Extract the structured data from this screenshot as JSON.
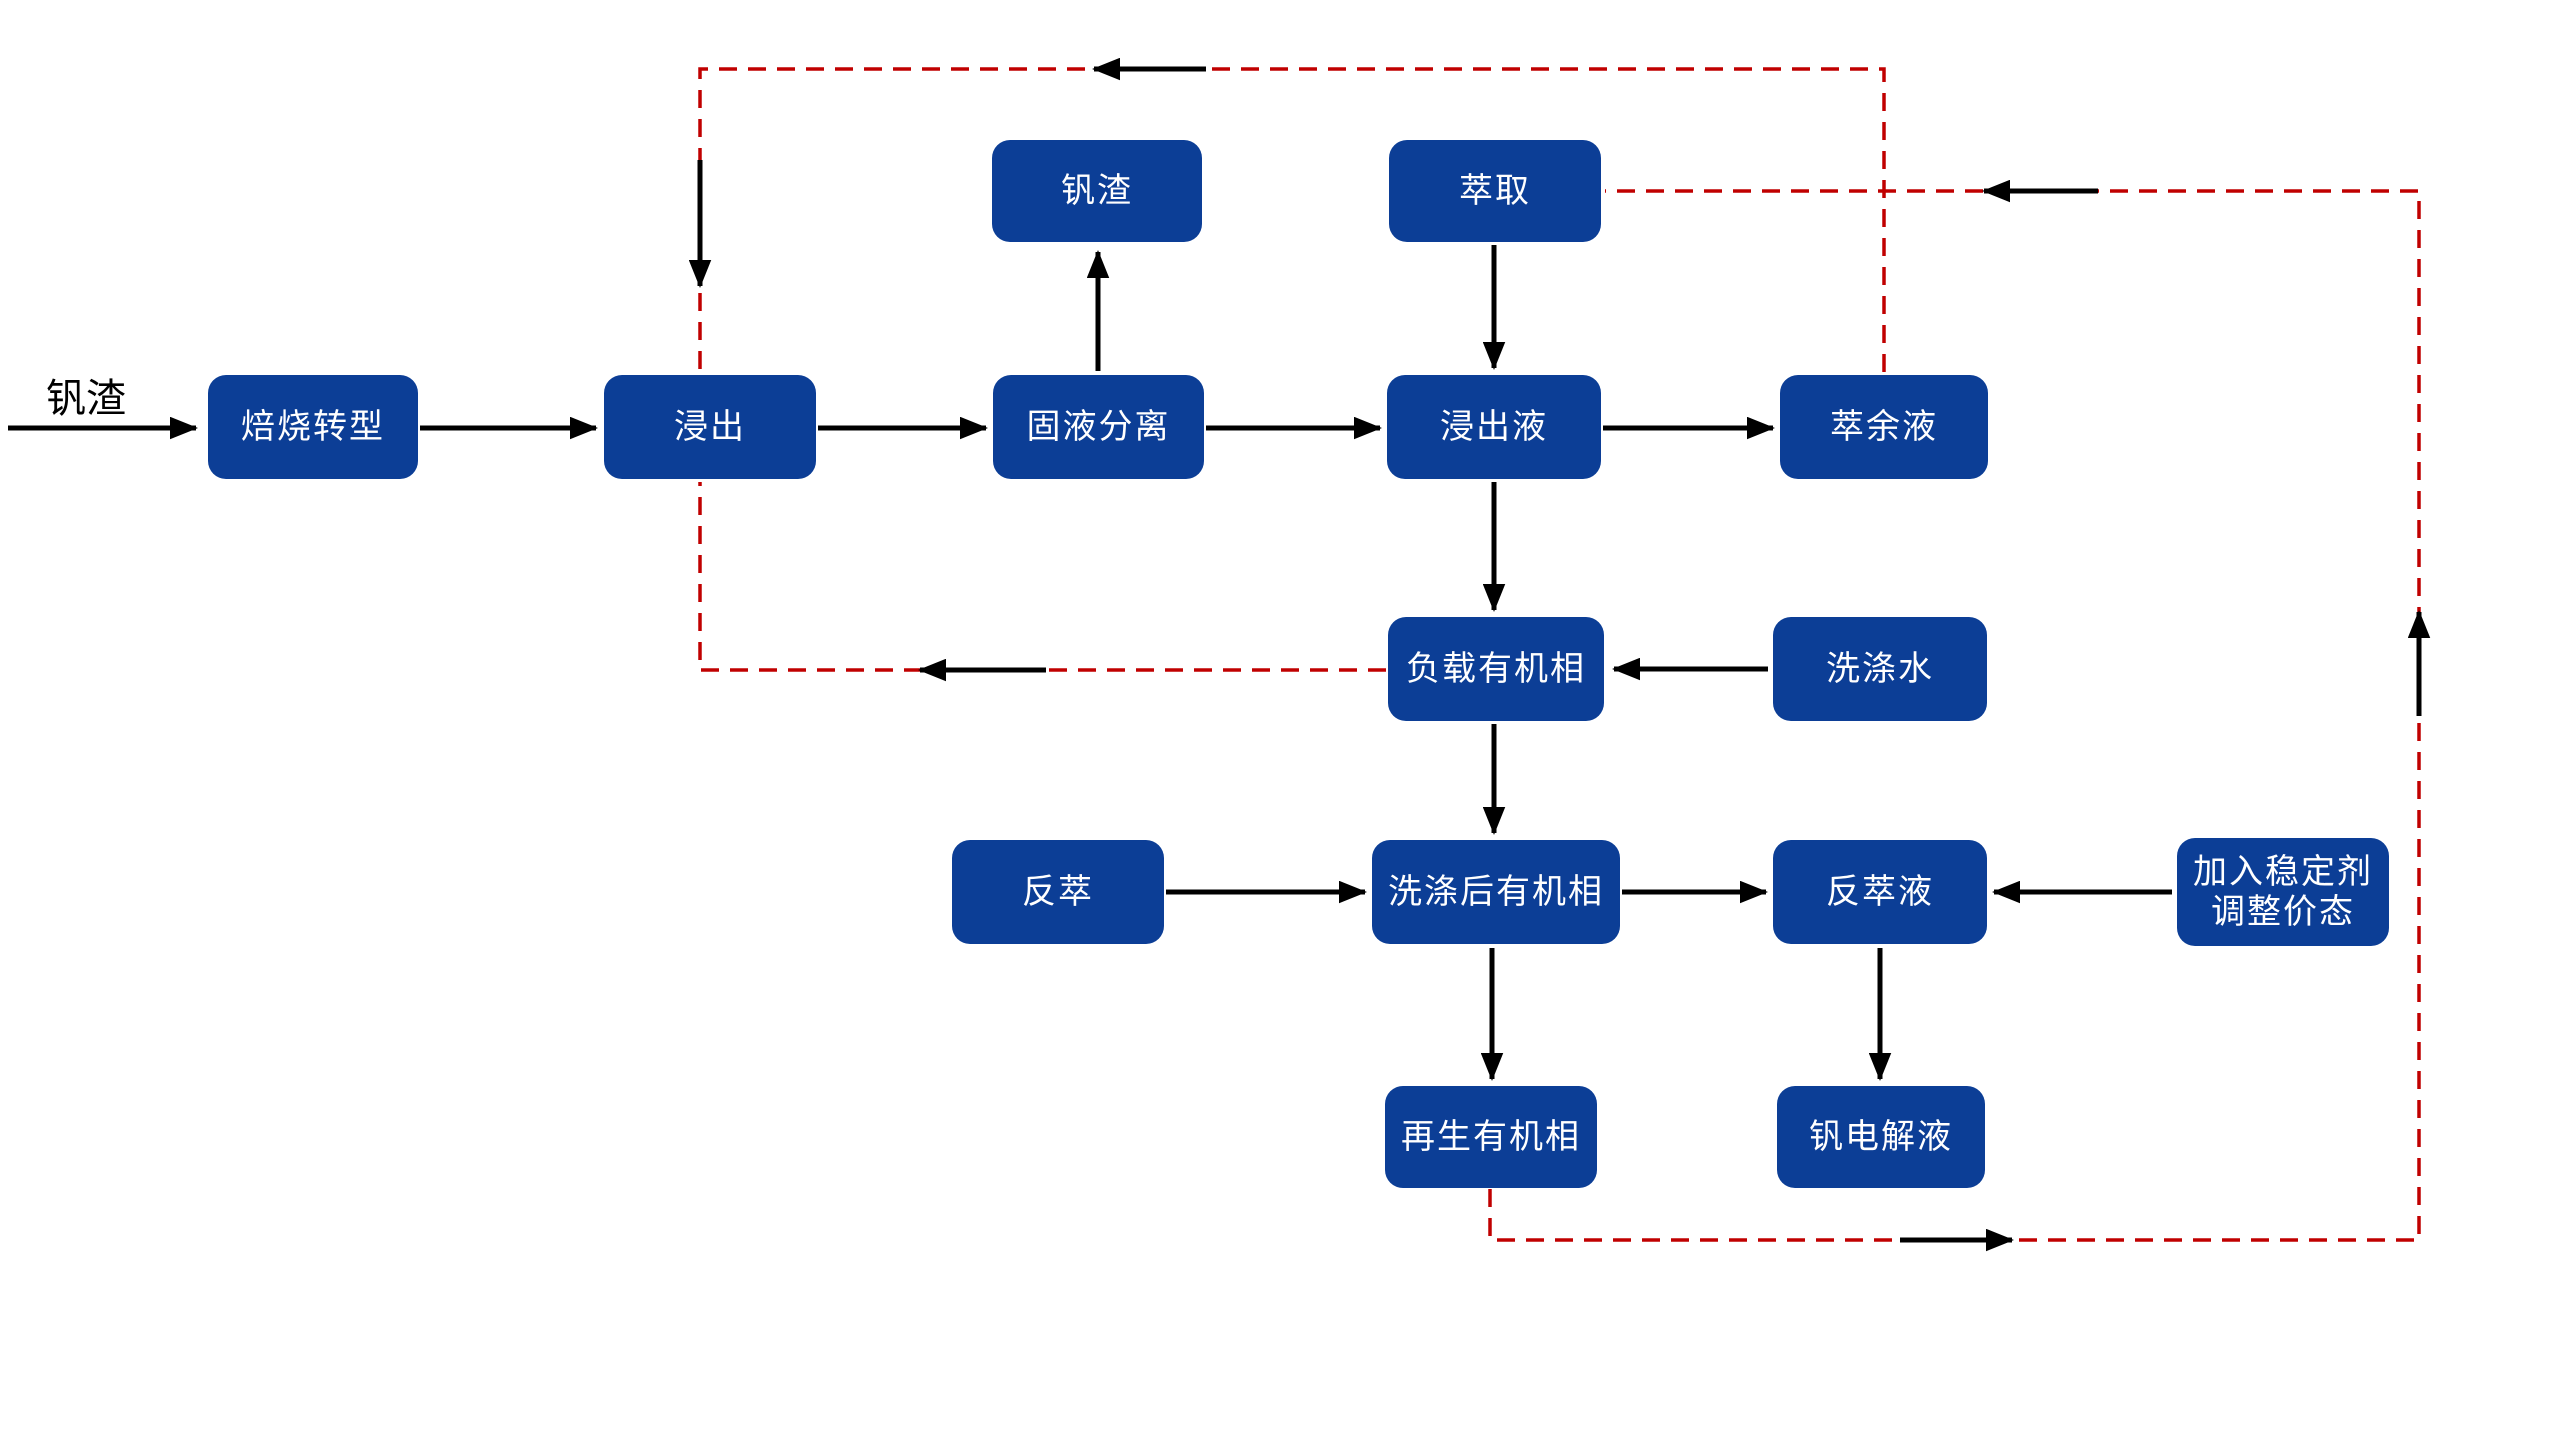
{
  "diagram": {
    "description_colors": {
      "node_fill": "#0c3e96",
      "node_text": "#ffffff",
      "solid_arrow": "#000000",
      "recycle_dashed_line": "#c00000"
    },
    "input_label": "钒渣",
    "nodes": {
      "roast": {
        "label": "焙烧转型"
      },
      "leach": {
        "label": "浸出"
      },
      "solid_liquid_sep": {
        "label": "固液分离"
      },
      "leachate": {
        "label": "浸出液"
      },
      "raffinate": {
        "label": "萃余液"
      },
      "vanadium_slag_out": {
        "label": "钒渣"
      },
      "extraction": {
        "label": "萃取"
      },
      "loaded_organic": {
        "label": "负载有机相"
      },
      "wash_water": {
        "label": "洗涤水"
      },
      "stripping": {
        "label": "反萃"
      },
      "washed_organic": {
        "label": "洗涤后有机相"
      },
      "strip_liquor": {
        "label": "反萃液"
      },
      "stabilizer": {
        "line1": "加入稳定剂",
        "line2": "调整价态"
      },
      "regenerated_organic": {
        "label": "再生有机相"
      },
      "vanadium_electrolyte": {
        "label": "钒电解液"
      }
    },
    "edges": [
      {
        "from": "钒渣(input)",
        "to": "焙烧转型",
        "style": "solid-black-arrow"
      },
      {
        "from": "焙烧转型",
        "to": "浸出",
        "style": "solid-black-arrow"
      },
      {
        "from": "浸出",
        "to": "固液分离",
        "style": "solid-black-arrow"
      },
      {
        "from": "固液分离",
        "to": "钒渣",
        "style": "solid-black-arrow"
      },
      {
        "from": "固液分离",
        "to": "浸出液",
        "style": "solid-black-arrow"
      },
      {
        "from": "萃取",
        "to": "浸出液",
        "style": "solid-black-arrow"
      },
      {
        "from": "浸出液",
        "to": "萃余液",
        "style": "solid-black-arrow"
      },
      {
        "from": "浸出液",
        "to": "负载有机相",
        "style": "solid-black-arrow"
      },
      {
        "from": "洗涤水",
        "to": "负载有机相",
        "style": "solid-black-arrow"
      },
      {
        "from": "反萃",
        "to": "洗涤后有机相",
        "style": "solid-black-arrow"
      },
      {
        "from": "负载有机相",
        "to": "洗涤后有机相",
        "style": "solid-black-arrow"
      },
      {
        "from": "洗涤后有机相",
        "to": "反萃液",
        "style": "solid-black-arrow"
      },
      {
        "from": "加入稳定剂调整价态",
        "to": "反萃液",
        "style": "solid-black-arrow"
      },
      {
        "from": "洗涤后有机相",
        "to": "再生有机相",
        "style": "solid-black-arrow"
      },
      {
        "from": "反萃液",
        "to": "钒电解液",
        "style": "solid-black-arrow"
      },
      {
        "from": "萃余液",
        "to": "浸出",
        "style": "red-dashed-recycle"
      },
      {
        "from": "负载有机相",
        "to": "浸出",
        "style": "red-dashed-recycle"
      },
      {
        "from": "再生有机相",
        "to": "萃取",
        "style": "red-dashed-recycle"
      }
    ]
  }
}
